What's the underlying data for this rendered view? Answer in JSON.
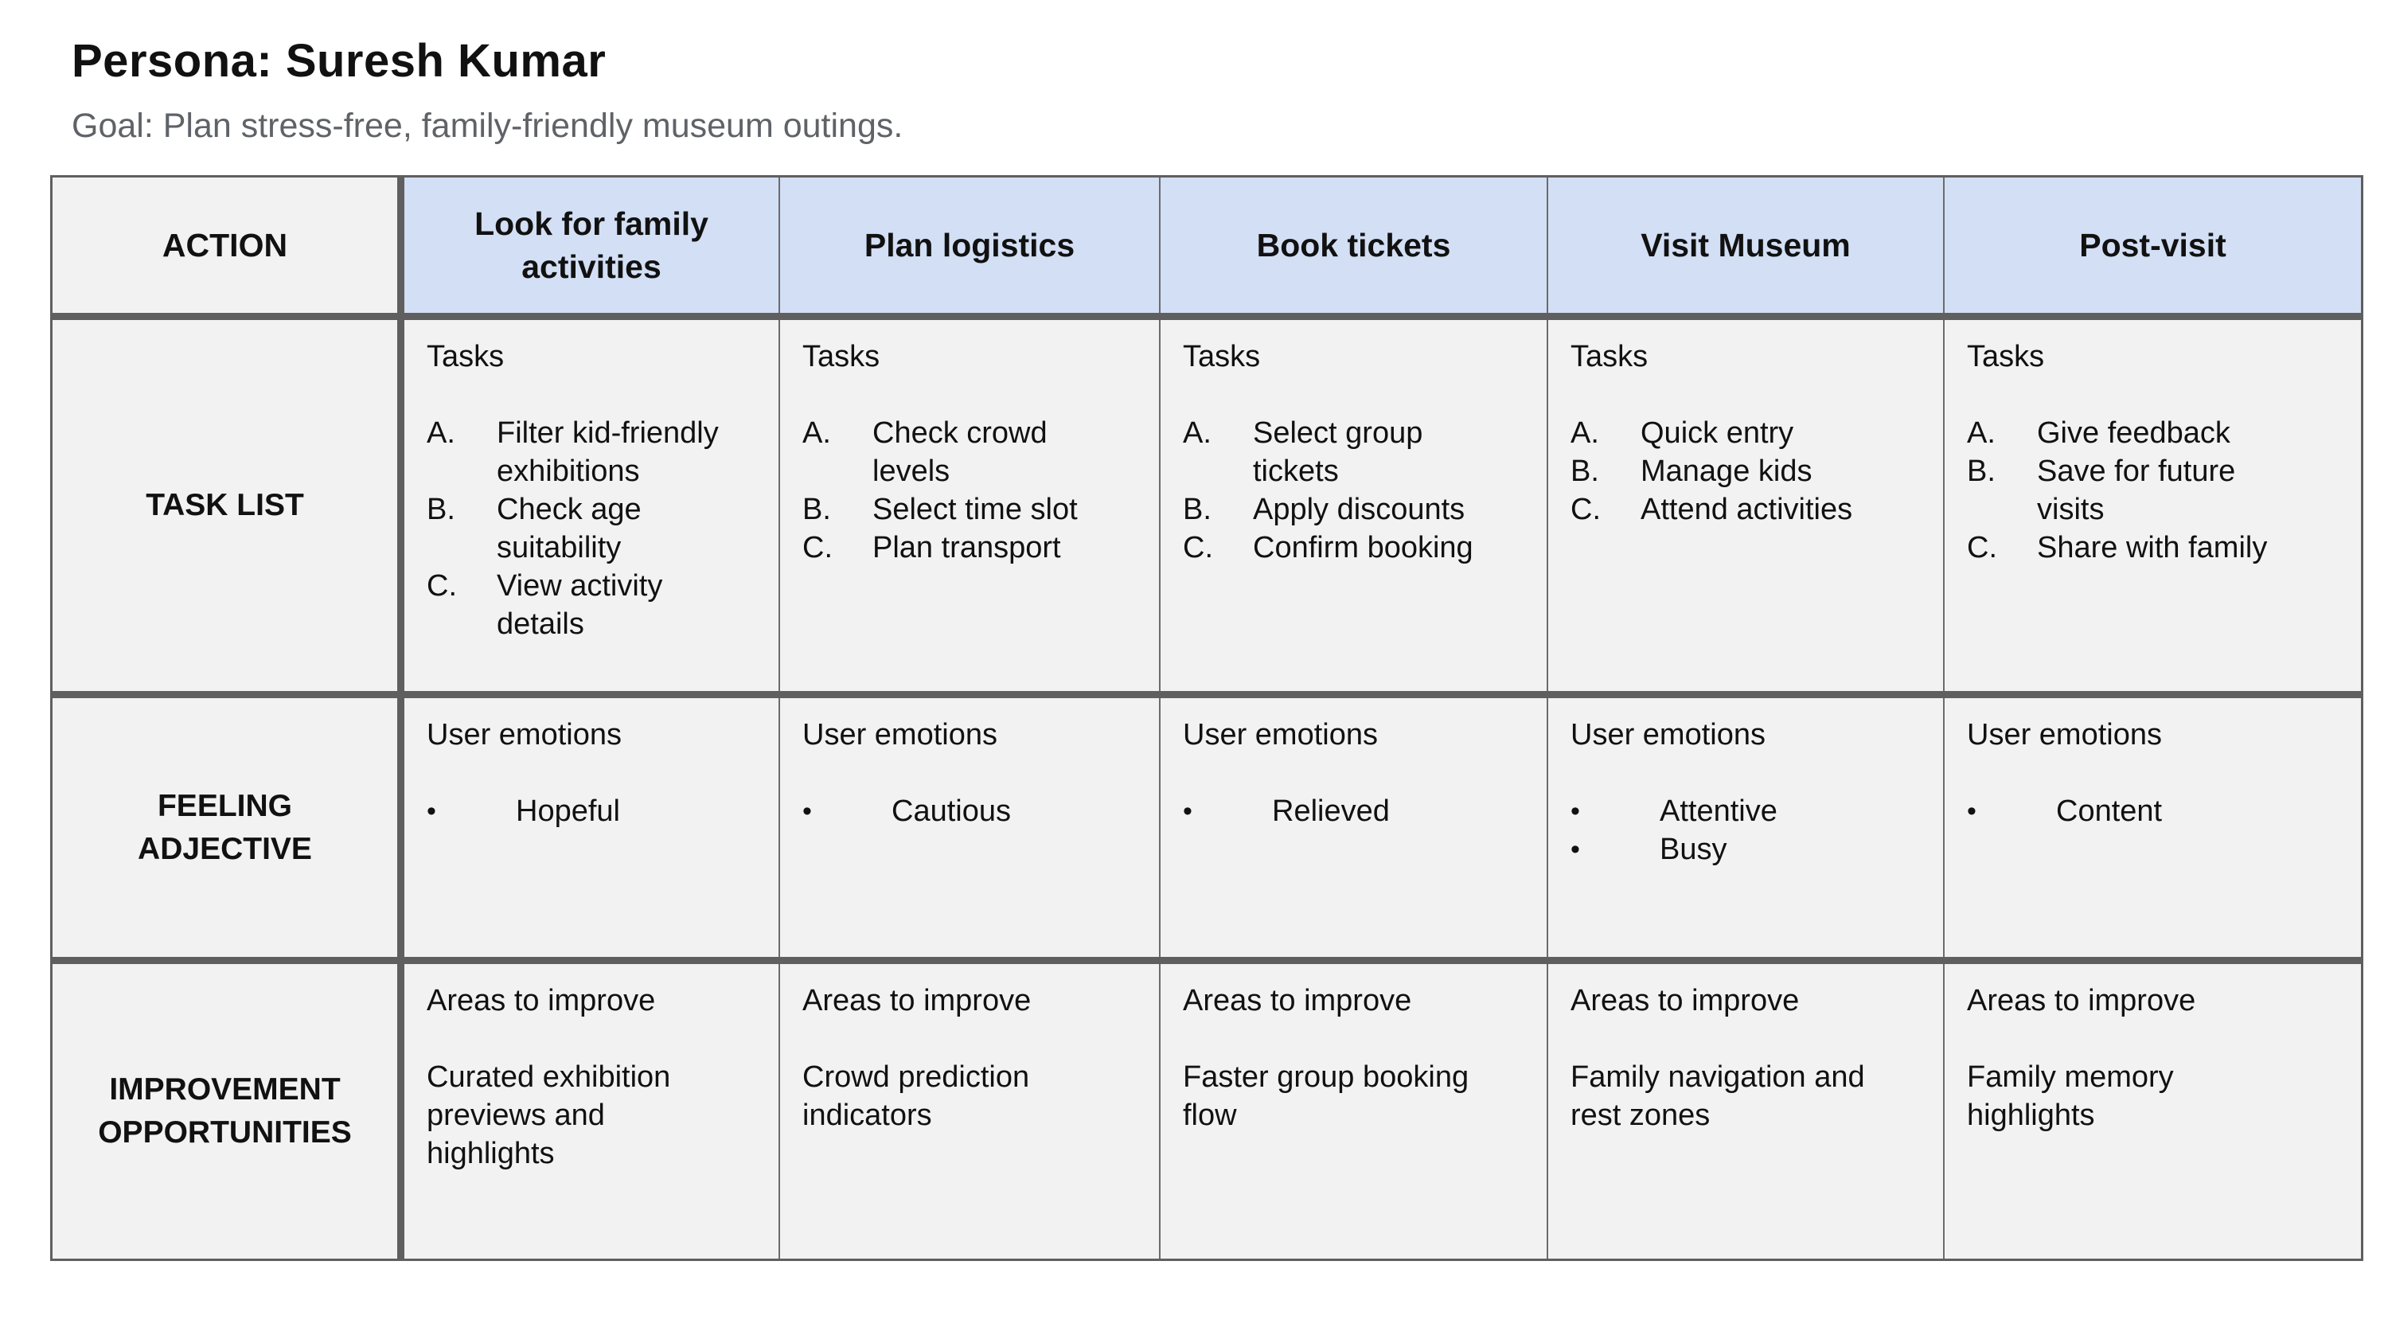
{
  "theme": {
    "page_bg": "#ffffff",
    "cell_bg": "#f2f2f2",
    "header_bg": "#d3dff4",
    "border_color": "#5f5f5f",
    "thin_border_color": "#6b6b6b",
    "text_color": "#111111",
    "muted_color": "#5f6368"
  },
  "header": {
    "title": "Persona: Suresh Kumar",
    "goal": "Goal: Plan stress-free, family-friendly museum outings."
  },
  "table": {
    "corner_label": "ACTION",
    "stages": [
      "Look for family\nactivities",
      "Plan logistics",
      "Book tickets",
      "Visit Museum",
      "Post-visit"
    ],
    "rows": [
      {
        "label": "TASK LIST",
        "cells": [
          {
            "heading": "Tasks",
            "items": [
              {
                "marker": "A.",
                "text": "Filter kid-friendly\nexhibitions"
              },
              {
                "marker": "B.",
                "text": "Check age\nsuitability"
              },
              {
                "marker": "C.",
                "text": "View activity\ndetails"
              }
            ]
          },
          {
            "heading": "Tasks",
            "items": [
              {
                "marker": "A.",
                "text": "Check crowd\nlevels"
              },
              {
                "marker": "B.",
                "text": "Select time slot"
              },
              {
                "marker": "C.",
                "text": "Plan transport"
              }
            ]
          },
          {
            "heading": "Tasks",
            "items": [
              {
                "marker": "A.",
                "text": "Select group\ntickets"
              },
              {
                "marker": "B.",
                "text": "Apply discounts"
              },
              {
                "marker": "C.",
                "text": "Confirm booking"
              }
            ]
          },
          {
            "heading": "Tasks",
            "items": [
              {
                "marker": "A.",
                "text": "Quick entry"
              },
              {
                "marker": "B.",
                "text": "Manage kids"
              },
              {
                "marker": "C.",
                "text": "Attend activities"
              }
            ]
          },
          {
            "heading": "Tasks",
            "items": [
              {
                "marker": "A.",
                "text": "Give feedback"
              },
              {
                "marker": "B.",
                "text": "Save for future\nvisits"
              },
              {
                "marker": "C.",
                "text": "Share with family"
              }
            ]
          }
        ]
      },
      {
        "label": "FEELING\nADJECTIVE",
        "cells": [
          {
            "heading": "User emotions",
            "items": [
              {
                "marker": "•",
                "text": "Hopeful"
              }
            ]
          },
          {
            "heading": "User emotions",
            "items": [
              {
                "marker": "•",
                "text": "Cautious"
              }
            ]
          },
          {
            "heading": "User emotions",
            "items": [
              {
                "marker": "•",
                "text": "Relieved"
              }
            ]
          },
          {
            "heading": "User emotions",
            "items": [
              {
                "marker": "•",
                "text": "Attentive"
              },
              {
                "marker": "•",
                "text": "Busy"
              }
            ]
          },
          {
            "heading": "User emotions",
            "items": [
              {
                "marker": "•",
                "text": "Content"
              }
            ]
          }
        ]
      },
      {
        "label": "IMPROVEMENT\nOPPORTUNITIES",
        "cells": [
          {
            "heading": "Areas to improve",
            "text": "Curated exhibition\npreviews and\nhighlights"
          },
          {
            "heading": "Areas to improve",
            "text": "Crowd prediction\nindicators"
          },
          {
            "heading": "Areas to improve",
            "text": "Faster group booking\nflow"
          },
          {
            "heading": "Areas to improve",
            "text": "Family navigation and\nrest zones"
          },
          {
            "heading": "Areas to improve",
            "text": "Family memory\nhighlights"
          }
        ]
      }
    ]
  }
}
